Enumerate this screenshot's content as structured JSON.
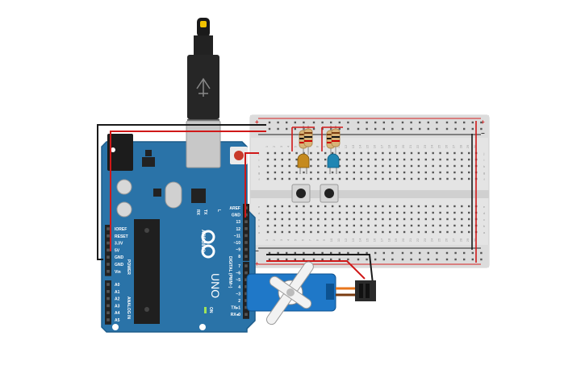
{
  "arduino": {
    "brand": "ARDUINO",
    "model": "UNO",
    "colors": {
      "board": "#2a73a8",
      "board_edge": "#1d5c8a",
      "header": "#222222"
    },
    "power_section": "POWER",
    "analog_section": "ANALOG IN",
    "digital_section": "DIGITAL (PWM~)",
    "on_label": "ON",
    "tx_label": "TX",
    "rx_label": "RX",
    "l_label": "L",
    "power_pins": [
      "IOREF",
      "RESET",
      "3.3V",
      "5V",
      "GND",
      "GND",
      "Vin"
    ],
    "analog_pins": [
      "A0",
      "A1",
      "A2",
      "A3",
      "A4",
      "A5"
    ],
    "digital_pins_top": [
      "AREF",
      "GND",
      "13",
      "12",
      "~11",
      "~10",
      "~9",
      "8"
    ],
    "digital_pins_bottom": [
      "7",
      "~6",
      "~5",
      "4",
      "~3",
      "2",
      "TX▸1",
      "RX◂0"
    ]
  },
  "breadboard": {
    "column_numbers": [
      "1",
      "2",
      "3",
      "4",
      "5",
      "6",
      "7",
      "8",
      "9",
      "10",
      "11",
      "12",
      "13",
      "14",
      "15",
      "16",
      "17",
      "18",
      "19",
      "20",
      "21",
      "22",
      "23",
      "24",
      "25",
      "26",
      "27",
      "28",
      "29",
      "30"
    ],
    "row_letters_top": [
      "j",
      "i",
      "h",
      "g",
      "f"
    ],
    "row_letters_bottom": [
      "e",
      "d",
      "c",
      "b",
      "a"
    ],
    "rail_plus": "+",
    "rail_minus": "−",
    "colors": {
      "body": "#e4e4e4",
      "rail_red": "#d42020",
      "rail_black": "#222222"
    }
  },
  "components": {
    "leds": [
      {
        "color": "#c58a1e"
      },
      {
        "color": "#1f86b3"
      }
    ],
    "servo_color": "#1f78c8"
  },
  "wires": {
    "red": "#d01818",
    "black": "#1a1a1a",
    "orange": "#e8761c",
    "brown": "#7a3b10"
  }
}
